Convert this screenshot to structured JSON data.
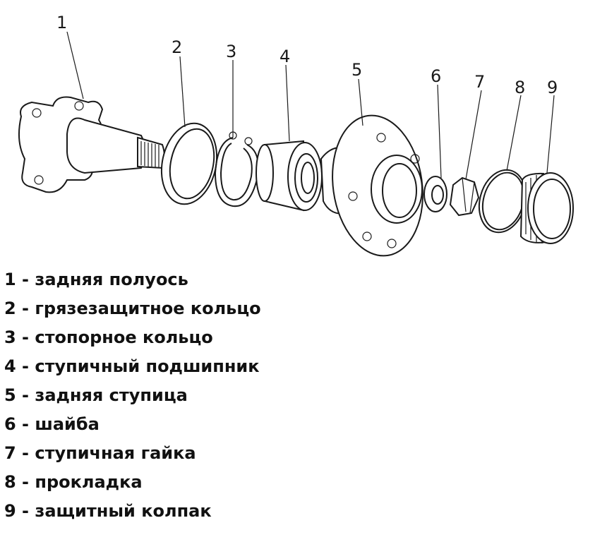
{
  "callouts": [
    "1",
    "2",
    "3",
    "4",
    "5",
    "6",
    "7",
    "8",
    "9"
  ],
  "legend": [
    "1 - задняя полуось",
    "2 - грязезащитное кольцо",
    "3 - стопорное кольцо",
    "4 - ступичный подшипник",
    "5 - задняя ступица",
    "6 - шайба",
    "7 - ступичная гайка",
    "8 - прокладка",
    "9 - защитный колпак"
  ]
}
